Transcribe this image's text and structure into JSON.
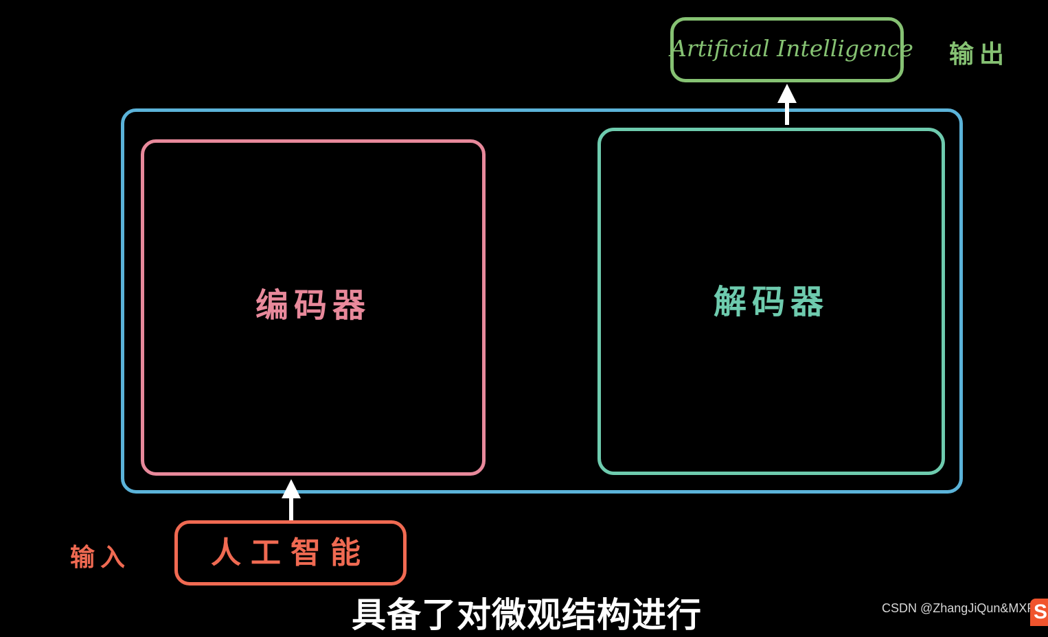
{
  "diagram": {
    "encoder": {
      "label": "编码器",
      "color": "#e8899b"
    },
    "decoder": {
      "label": "解码器",
      "color": "#6ecbae"
    },
    "container": {
      "color": "#5bb3d9"
    },
    "output": {
      "text": "Artificial Intelligence",
      "side_label": "输出",
      "color": "#86c273"
    },
    "input": {
      "text": "人工智能",
      "side_label": "输入",
      "color": "#f06a52"
    },
    "arrow_color": "#ffffff"
  },
  "subtitle": "具备了对微观结构进行",
  "watermark": {
    "text": "CSDN @ZhangJiQun&MXP",
    "logo_letter": "S",
    "logo_color": "#f0542d"
  }
}
